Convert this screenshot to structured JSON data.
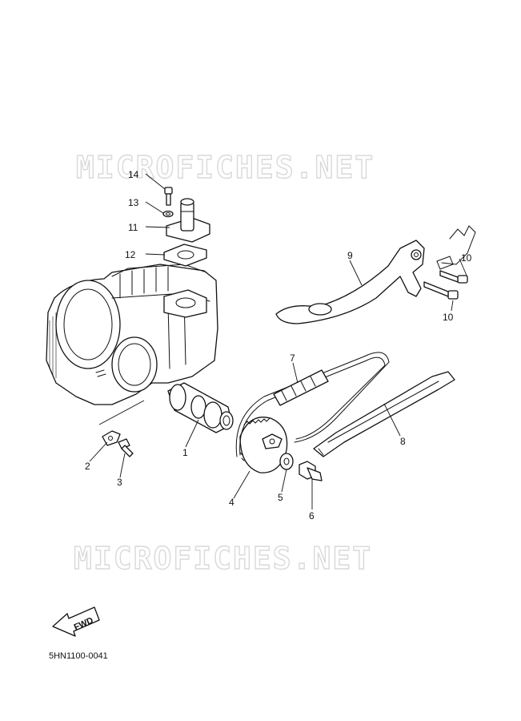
{
  "watermark": {
    "top": "MICROFICHES.NET",
    "bottom": "MICROFICHES.NET"
  },
  "callouts": [
    {
      "id": "c1",
      "label": "1"
    },
    {
      "id": "c2",
      "label": "2"
    },
    {
      "id": "c3",
      "label": "3"
    },
    {
      "id": "c4",
      "label": "4"
    },
    {
      "id": "c5",
      "label": "5"
    },
    {
      "id": "c6",
      "label": "6"
    },
    {
      "id": "c7",
      "label": "7"
    },
    {
      "id": "c8",
      "label": "8"
    },
    {
      "id": "c9",
      "label": "9"
    },
    {
      "id": "c10a",
      "label": "10"
    },
    {
      "id": "c10b",
      "label": "10"
    },
    {
      "id": "c11",
      "label": "11"
    },
    {
      "id": "c12",
      "label": "12"
    },
    {
      "id": "c13",
      "label": "13"
    },
    {
      "id": "c14",
      "label": "14"
    }
  ],
  "fwd_arrow": {
    "label": "FWD"
  },
  "diagram_code": "5HN1100-0041"
}
